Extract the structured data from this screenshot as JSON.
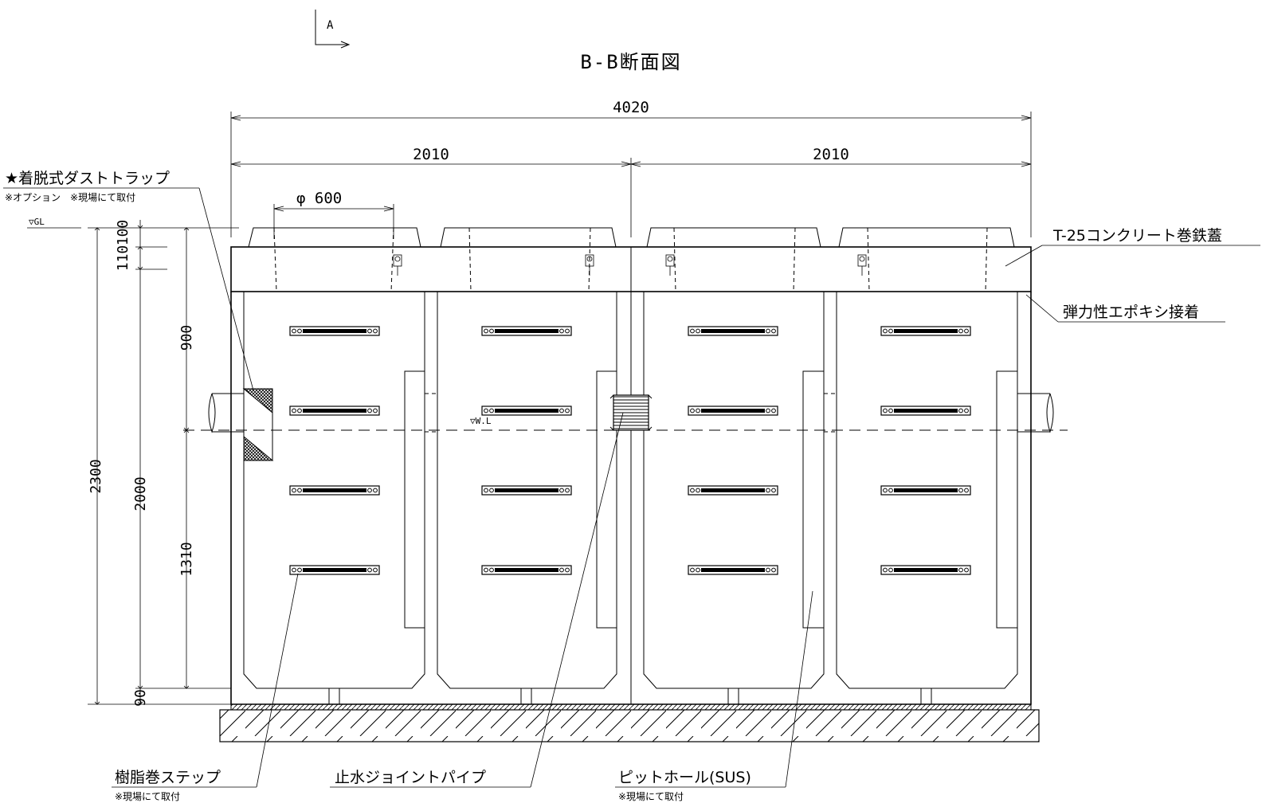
{
  "section_marker": "A",
  "title": "B-B断面図",
  "dimensions": {
    "overall_width": "4020",
    "left_width": "2010",
    "right_width": "2010",
    "opening_diameter": "φ 600",
    "cover_height": "100",
    "slab_height": "110",
    "upper_depth": "900",
    "total_depth": "2300",
    "mid_depth": "2000",
    "lower_depth": "1310",
    "base_height": "90"
  },
  "levels": {
    "ground_level": "▽GL",
    "water_level": "▽W.L"
  },
  "labels": {
    "dust_trap": "★着脱式ダストトラップ",
    "dust_trap_note": "※オプション　※現場にて取付",
    "cover": "T-25コンクリート巻鉄蓋",
    "adhesive": "弾力性エポキシ接着",
    "step": "樹脂巻ステップ",
    "step_note": "※現場にて取付",
    "joint_pipe": "止水ジョイントパイプ",
    "pit_hole": "ピットホール(SUS)",
    "pit_hole_note": "※現場にて取付"
  }
}
